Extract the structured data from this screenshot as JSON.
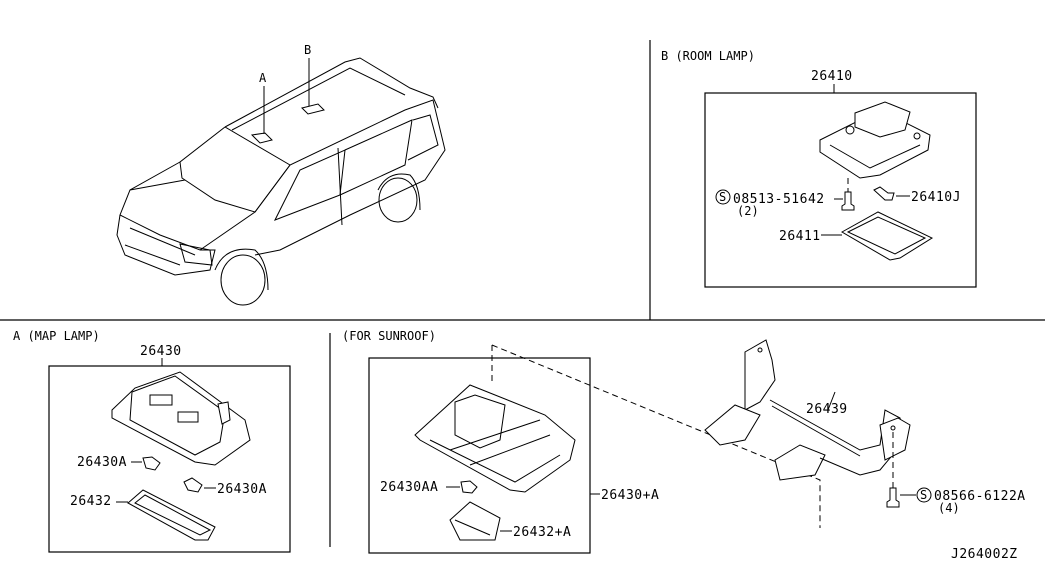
{
  "diagram_id": "J264002Z",
  "overview": {
    "callout_a": "A",
    "callout_b": "B"
  },
  "room_lamp": {
    "title": "B (ROOM LAMP)",
    "assembly_part": "26410",
    "screw_symbol": "S",
    "screw_part": "08513-51642",
    "screw_qty": "(2)",
    "bulb_part": "26410J",
    "lens_part": "26411"
  },
  "map_lamp": {
    "title": "A (MAP LAMP)",
    "assembly_part": "26430",
    "bulb_part_1": "26430A",
    "bulb_part_2": "26430A",
    "lens_part": "26432"
  },
  "sunroof": {
    "title": "(FOR SUNROOF)",
    "assembly_part": "26430+A",
    "bulb_part": "26430AA",
    "lens_part": "26432+A",
    "bracket_part": "26439",
    "screw_symbol": "S",
    "screw_part": "08566-6122A",
    "screw_qty": "(4)"
  }
}
